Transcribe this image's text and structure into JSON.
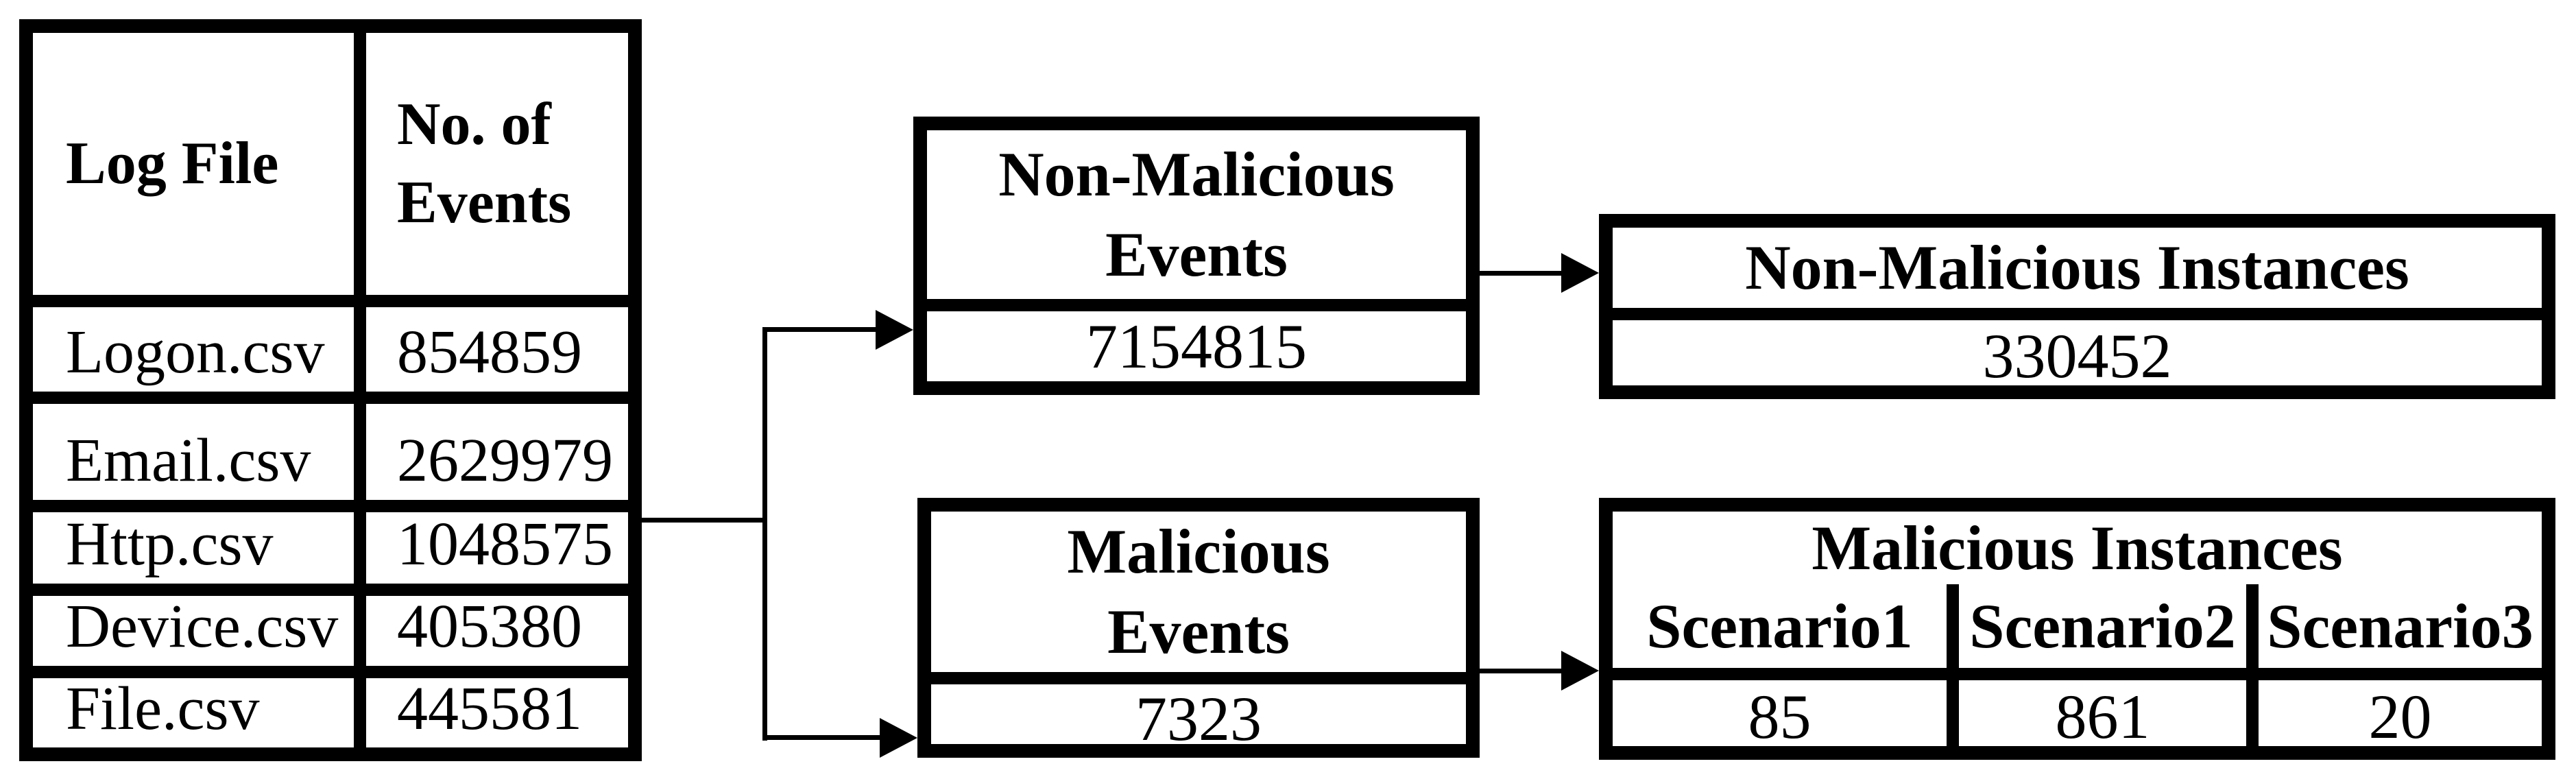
{
  "figure": {
    "background_color": "#ffffff",
    "stroke_color": "#000000",
    "log_table": {
      "header": {
        "col1": "Log File",
        "col2": "No. of Events"
      },
      "rows": [
        {
          "file": "Logon.csv",
          "events": "854859"
        },
        {
          "file": "Email.csv",
          "events": "2629979"
        },
        {
          "file": "Http.csv",
          "events": "1048575"
        },
        {
          "file": "Device.csv",
          "events": "405380"
        },
        {
          "file": "File.csv",
          "events": "445581"
        }
      ]
    },
    "non_malicious_events_box": {
      "title_lines": [
        "Non-Malicious",
        "Events"
      ],
      "value": "7154815"
    },
    "malicious_events_box": {
      "title_lines": [
        "Malicious",
        "Events"
      ],
      "value": "7323"
    },
    "non_malicious_instances_box": {
      "title": "Non-Malicious Instances",
      "value": "330452"
    },
    "malicious_instances_box": {
      "title": "Malicious Instances",
      "columns": [
        "Scenario1",
        "Scenario2",
        "Scenario3"
      ],
      "values": [
        "85",
        "861",
        "20"
      ]
    }
  }
}
